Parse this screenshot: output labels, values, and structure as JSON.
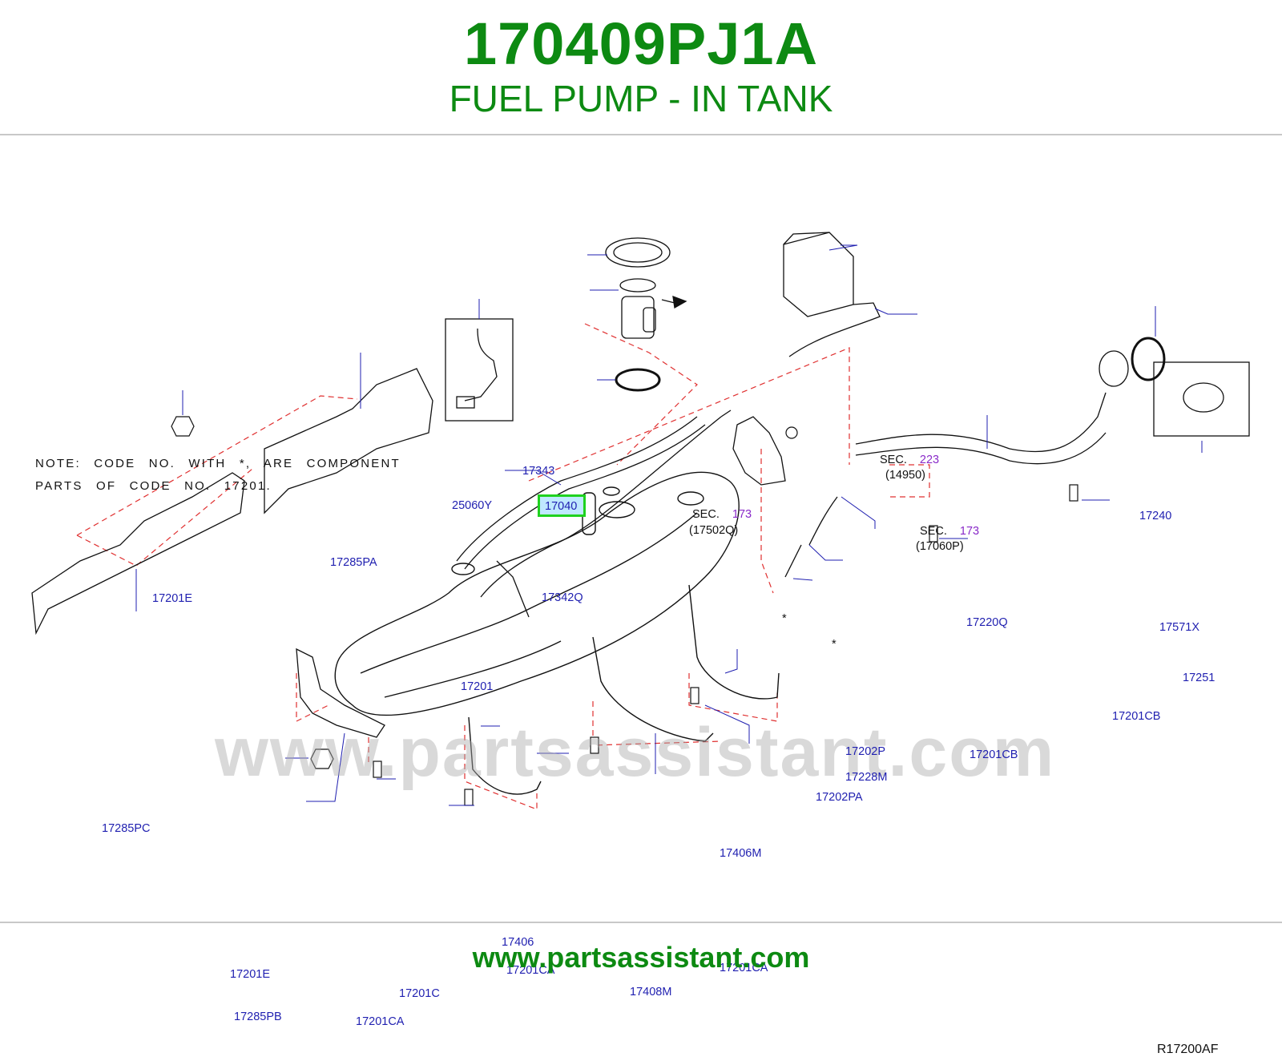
{
  "header": {
    "part_number": "170409PJ1A",
    "part_name": "FUEL PUMP - IN TANK"
  },
  "footer": {
    "url": "www.partsassistant.com"
  },
  "diagram": {
    "note_line1": "NOTE: CODE NO. WITH *, ARE COMPONENT",
    "note_line2": "PARTS OF CODE NO. 17201.",
    "watermark": "www.partsassistant.com",
    "reference_code": "R17200AF",
    "highlighted_part": "17040",
    "labels": {
      "p17343": "17343",
      "p17040": "17040",
      "p17342q": "17342Q",
      "p25060y": "25060Y",
      "p17285pa": "17285PA",
      "p17201e_top": "17201E",
      "p17285pc": "17285PC",
      "p17201": "17201",
      "p17240": "17240",
      "p17220q": "17220Q",
      "p17571x": "17571X",
      "p17251": "17251",
      "p17201cb_a": "17201CB",
      "p17201cb_b": "17201CB",
      "p17202p": "17202P",
      "p17228m": "17228M",
      "p17202pa": "17202PA",
      "p17406m": "17406M",
      "p17201ca_right": "17201CA",
      "p17408m": "17408M",
      "p17406": "17406",
      "p17201ca_mid": "17201CA",
      "p17201ca_bottom": "17201CA",
      "p17201c": "17201C",
      "p17201e_bottom": "17201E",
      "p17285pb": "17285PB"
    },
    "section_refs": [
      {
        "prefix": "SEC.",
        "section": "173",
        "code": "(17502Q)"
      },
      {
        "prefix": "SEC.",
        "section": "223",
        "code": "(14950)"
      },
      {
        "prefix": "SEC.",
        "section": "173",
        "code": "(17060P)"
      }
    ],
    "asterisk": "*"
  },
  "colors": {
    "brand_green": "#0d8a12",
    "label_blue": "#1f1fb0",
    "section_purple": "#8a2bc9",
    "leader_red": "#e03030",
    "highlight_green": "#1fd21f"
  }
}
